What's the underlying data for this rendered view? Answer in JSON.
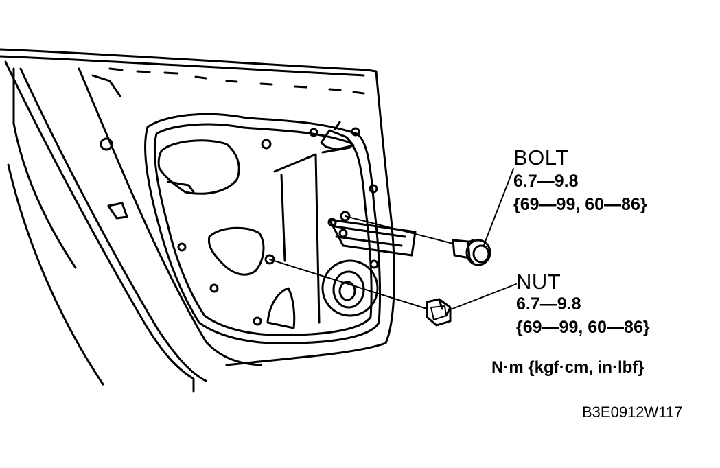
{
  "callouts": {
    "bolt": {
      "name": "BOLT",
      "range": "6.7—9.8",
      "alt": "{69—99, 60—86}"
    },
    "nut": {
      "name": "NUT",
      "range": "6.7—9.8",
      "alt": "{69—99, 60—86}"
    }
  },
  "units": "N·m {kgf·cm, in·lbf}",
  "figure_code": "B3E0912W117",
  "colors": {
    "ink": "#000000",
    "paper": "#ffffff"
  }
}
